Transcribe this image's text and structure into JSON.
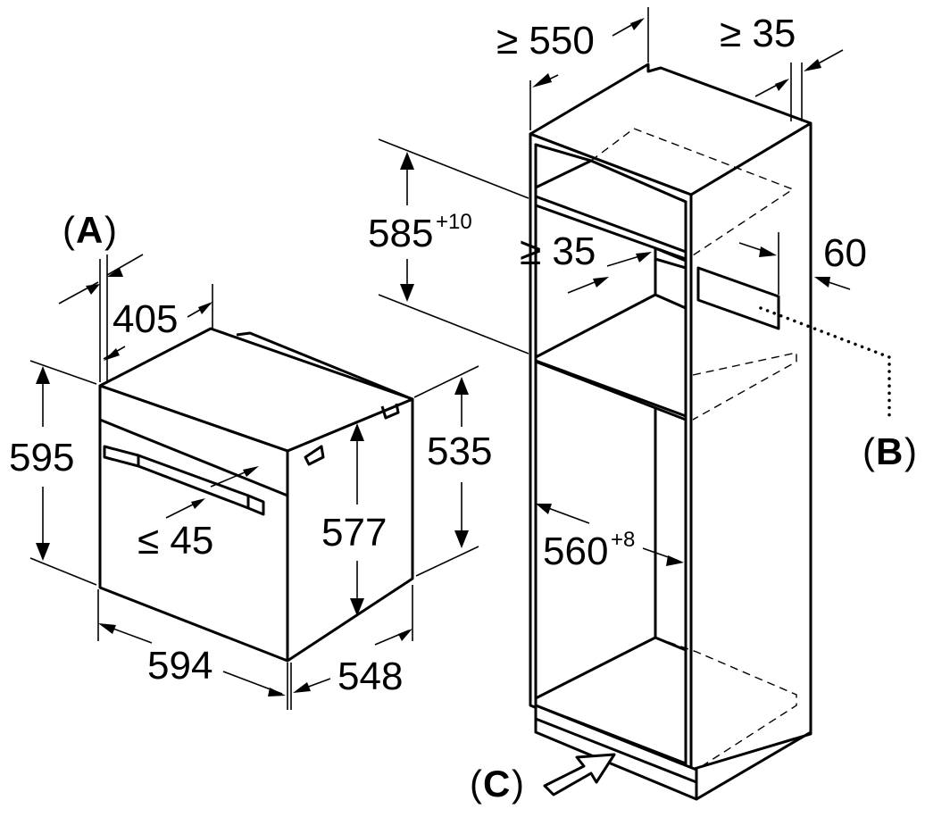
{
  "oven": {
    "label_a": "A",
    "dim_405": "405",
    "dim_595": "595",
    "dim_45": "≤ 45",
    "dim_577": "577",
    "dim_535": "535",
    "dim_594": "594",
    "dim_548": "548"
  },
  "cabinet": {
    "dim_550": "≥ 550",
    "dim_35_top": "≥ 35",
    "dim_585": "585",
    "dim_585_tol": "+10",
    "dim_35_mid": "≥ 35",
    "dim_60": "60",
    "dim_560": "560",
    "dim_560_tol": "+8",
    "label_b": "B",
    "label_c": "C"
  },
  "paren_open": "(",
  "paren_close": ")"
}
